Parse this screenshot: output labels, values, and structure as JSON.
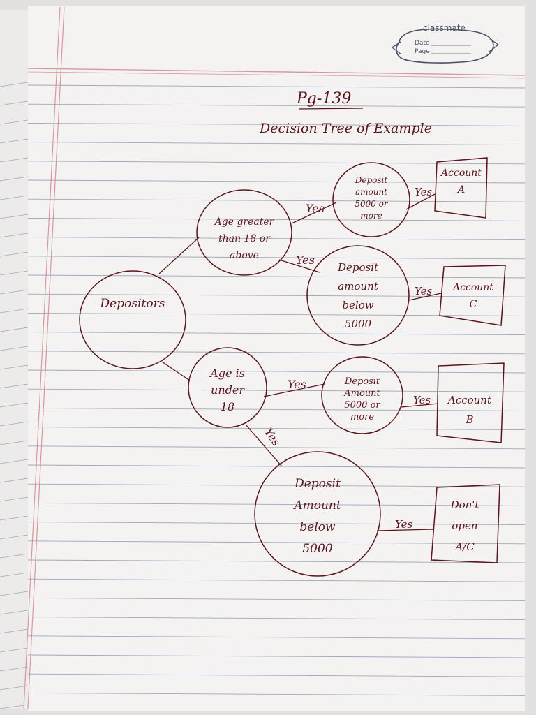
{
  "brand": {
    "name": "classmate",
    "date_label": "Date",
    "page_label": "Page"
  },
  "header": {
    "page_ref": "Pg-139",
    "title": "Decision Tree of Example"
  },
  "nodes": {
    "root": [
      "Depositors"
    ],
    "age_adult": [
      "Age greater",
      "than 18 or",
      "above"
    ],
    "age_minor": [
      "Age is",
      "under",
      "18"
    ],
    "adult_deposit_high": [
      "Deposit",
      "amount",
      "5000 or",
      "more"
    ],
    "adult_deposit_low": [
      "Deposit",
      "amount",
      "below",
      "5000"
    ],
    "minor_deposit_high": [
      "Deposit",
      "Amount",
      "5000 or",
      "more"
    ],
    "minor_deposit_low": [
      "Deposit",
      "Amount",
      "below",
      "5000"
    ]
  },
  "outcomes": {
    "account_a": [
      "Account",
      "A"
    ],
    "account_c": [
      "Account",
      "C"
    ],
    "account_b": [
      "Account",
      "B"
    ],
    "no_account": [
      "Don't",
      "open",
      "A/C"
    ]
  },
  "edges": {
    "yes_label": "Yes"
  },
  "colors": {
    "paper": "#f4f3f1",
    "rule_line": "#9fa7bd",
    "margin_line": "#d49aa0",
    "ink": "#5a1520"
  }
}
